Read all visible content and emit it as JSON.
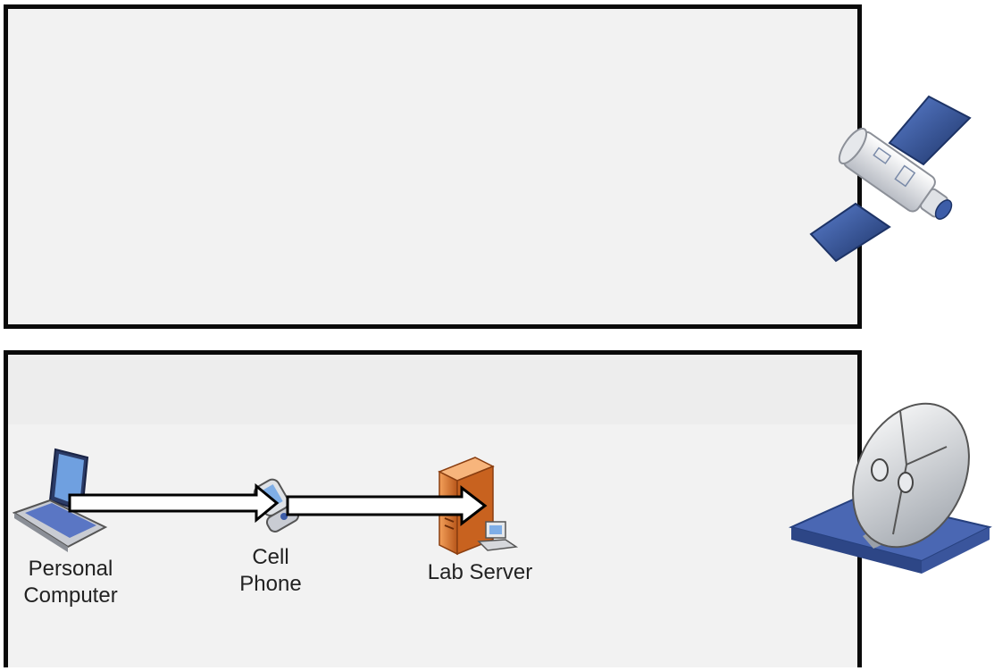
{
  "nodes": {
    "personal_computer": {
      "label": "Personal\nComputer",
      "icon": "laptop-icon"
    },
    "cell_phone": {
      "label": "Cell\nPhone",
      "icon": "flip-phone-icon"
    },
    "lab_server": {
      "label": "Lab Server",
      "icon": "server-tower-icon"
    }
  },
  "decorations": {
    "satellite": {
      "icon": "satellite-icon"
    },
    "ground_station": {
      "icon": "satellite-dish-icon"
    }
  },
  "colors": {
    "panel_fill": "#f2f2f2",
    "panel_border": "#0a0a0a",
    "server_orange": "#e07a2e",
    "solar_blue": "#2f4f8f",
    "dish_base_blue": "#3c5aa6"
  }
}
